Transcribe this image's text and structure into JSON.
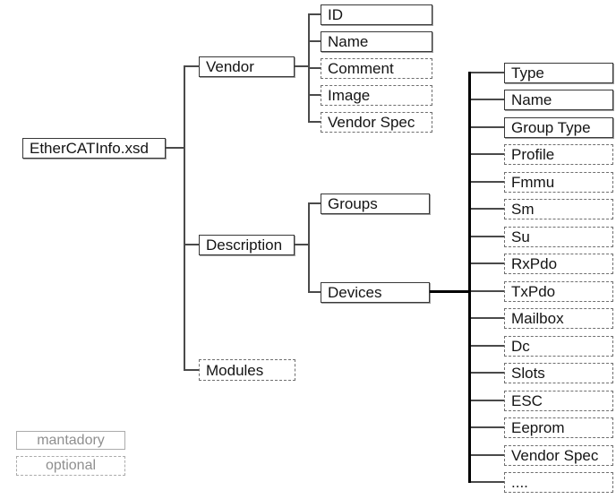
{
  "diagram": {
    "root": {
      "label": "EtherCATInfo.xsd",
      "style": "mandatory"
    },
    "level1": [
      {
        "label": "Vendor",
        "style": "mandatory"
      },
      {
        "label": "Description",
        "style": "mandatory"
      },
      {
        "label": "Modules",
        "style": "optional"
      }
    ],
    "vendor_children": [
      {
        "label": "ID",
        "style": "mandatory"
      },
      {
        "label": "Name",
        "style": "mandatory"
      },
      {
        "label": "Comment",
        "style": "optional"
      },
      {
        "label": "Image",
        "style": "optional"
      },
      {
        "label": "Vendor Spec",
        "style": "optional"
      }
    ],
    "description_children": [
      {
        "label": "Groups",
        "style": "mandatory"
      },
      {
        "label": "Devices",
        "style": "mandatory"
      }
    ],
    "devices_children": [
      {
        "label": "Type",
        "style": "mandatory"
      },
      {
        "label": "Name",
        "style": "mandatory"
      },
      {
        "label": "Group Type",
        "style": "mandatory"
      },
      {
        "label": "Profile",
        "style": "optional"
      },
      {
        "label": "Fmmu",
        "style": "optional"
      },
      {
        "label": "Sm",
        "style": "optional"
      },
      {
        "label": "Su",
        "style": "optional"
      },
      {
        "label": "RxPdo",
        "style": "optional"
      },
      {
        "label": "TxPdo",
        "style": "optional"
      },
      {
        "label": "Mailbox",
        "style": "optional"
      },
      {
        "label": "Dc",
        "style": "optional"
      },
      {
        "label": "Slots",
        "style": "optional"
      },
      {
        "label": "ESC",
        "style": "optional"
      },
      {
        "label": "Eeprom",
        "style": "optional"
      },
      {
        "label": "Vendor Spec",
        "style": "optional"
      },
      {
        "label": "....",
        "style": "optional"
      }
    ],
    "legend": {
      "mandatory_label": "mantadory",
      "optional_label": "optional"
    },
    "colors": {
      "solid_border": "#383838",
      "dashed_border": "#6f6f6f",
      "connector": "#4a4a4a",
      "devices_trunk": "#000000",
      "legend_border": "#ababab",
      "legend_text": "#8f8f8f"
    }
  }
}
